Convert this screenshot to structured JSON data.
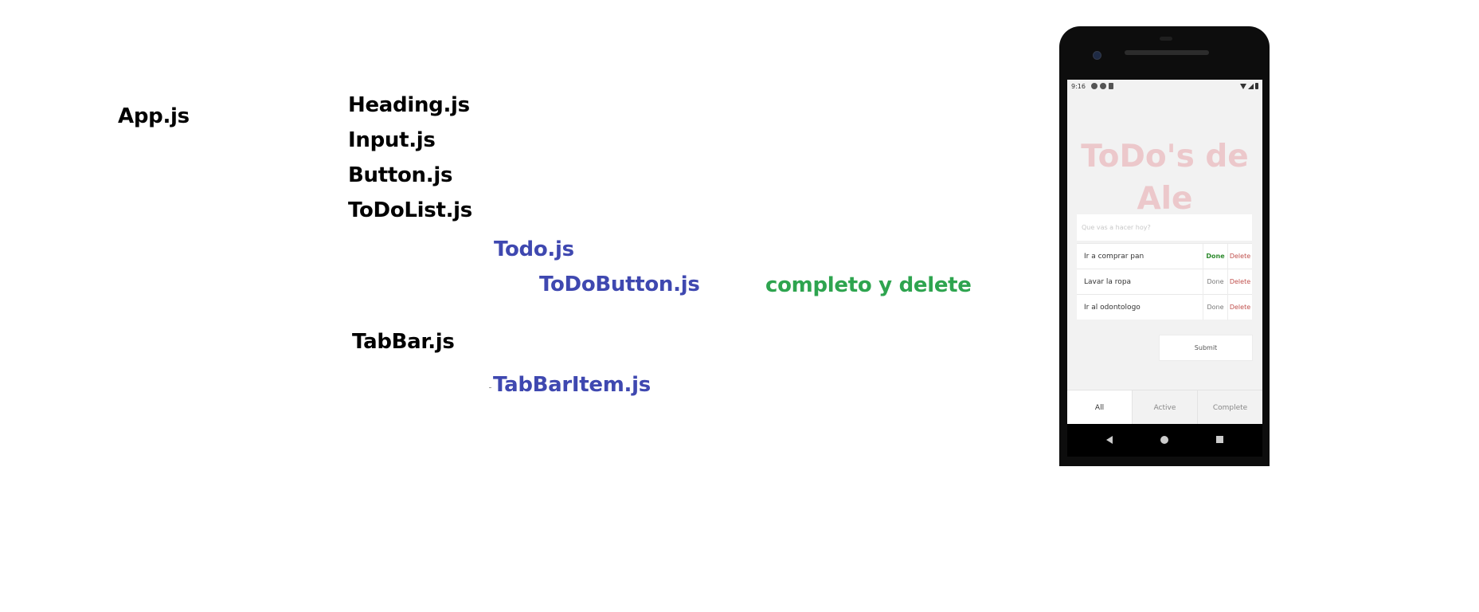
{
  "diagram": {
    "labels": {
      "app": "App.js",
      "heading": "Heading.js",
      "input": "Input.js",
      "button": "Button.js",
      "todolist": "ToDoList.js",
      "todo": "Todo.js",
      "todobutton": "ToDoButton.js",
      "todobutton_note": "completo y delete",
      "tabbar": "TabBar.js",
      "tabbaritem": "TabBarItem.js"
    },
    "colors": {
      "level1": "#000000",
      "level2": "#3f48b0",
      "note": "#2ea44f"
    }
  },
  "phone": {
    "status_time": "9:16",
    "status_icons": [
      "notification-icon",
      "sync-icon",
      "sd-card-icon",
      "wifi-icon",
      "signal-icon",
      "battery-icon"
    ],
    "app_title": "ToDo's de Ale",
    "input_placeholder": "Que vas a hacer hoy?",
    "todos": [
      {
        "text": "Ir a comprar pan",
        "done_label": "Done",
        "delete_label": "Delete",
        "complete": true
      },
      {
        "text": "Lavar la ropa",
        "done_label": "Done",
        "delete_label": "Delete",
        "complete": false
      },
      {
        "text": "Ir al odontologo",
        "done_label": "Done",
        "delete_label": "Delete",
        "complete": false
      }
    ],
    "submit_label": "Submit",
    "tabs": [
      {
        "label": "All",
        "active": true
      },
      {
        "label": "Active",
        "active": false
      },
      {
        "label": "Complete",
        "active": false
      }
    ],
    "nav_icons": [
      "back-icon",
      "home-icon",
      "recent-apps-icon"
    ],
    "title_color": "#ecc8cb",
    "done_color": "#2e8b2e",
    "delete_color": "#c0504d"
  }
}
